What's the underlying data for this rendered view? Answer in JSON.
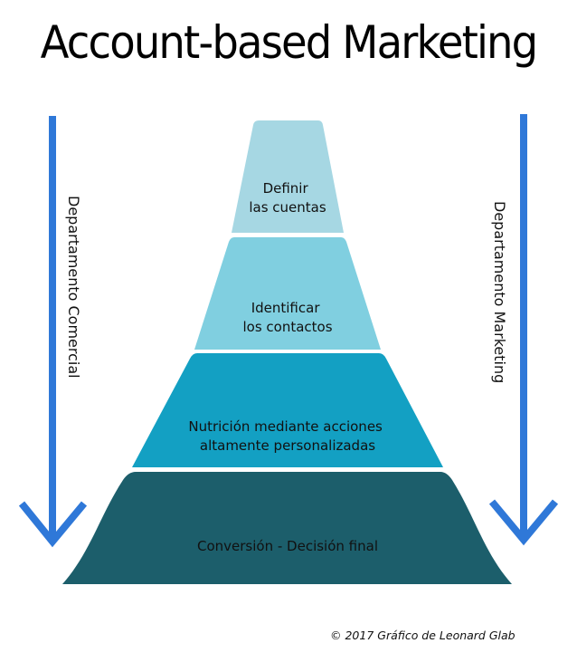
{
  "title": "Account-based Marketing",
  "colors": {
    "arrow": "#2f78d8",
    "tier1": "#a6d7e3",
    "tier2": "#80cfe0",
    "tier3": "#13a0c3",
    "tier4": "#1c5e6b"
  },
  "tiers": [
    {
      "lines": [
        "Definir",
        "las cuentas"
      ]
    },
    {
      "lines": [
        "Identificar",
        "los contactos"
      ]
    },
    {
      "lines": [
        "Nutrición mediante acciones",
        "altamente personalizadas"
      ]
    },
    {
      "lines": [
        "Conversión - Decisión final"
      ]
    }
  ],
  "left_arrow": {
    "label": "Departamento Comercial",
    "icon": "arrow-down-icon"
  },
  "right_arrow": {
    "label": "Departamento Marketing",
    "icon": "arrow-down-icon"
  },
  "credit": "© 2017 Gráfico de Leonard Glab"
}
